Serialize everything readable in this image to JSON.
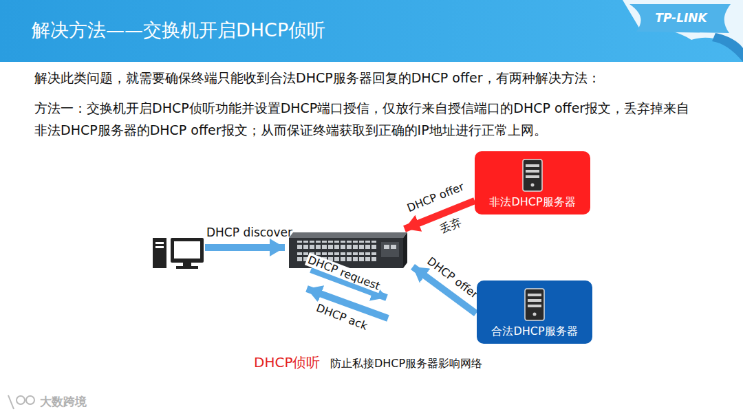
{
  "diagram": {
    "title": "解决方法——交换机开启DHCP侦听",
    "caption": "DHCP侦听",
    "nodes": [
      {
        "text": [
          "非法DHCP服务器"
        ]
      },
      {
        "text": [
          "合法DHCP服务器"
        ]
      }
    ],
    "labels": [
      "解决此类问题，就需要确保终端只能收到合法DHCP服务器回复的DHCP offer，有两种解决方法：",
      "方法一：交换机开启DHCP侦听功能并设置DHCP端口授信，仅放行来自授信端口的DHCP offer报文，丢弃掉来自非法DHCP服务器的DHCP offer报文；从而保证终端获取到正确的IP地址进行正常上网。",
      "TP-LINK",
      "DHCP discover",
      "DHCP offer",
      "丢弃",
      "DHCP offer",
      "DHCP request",
      "DHCP ack",
      "防止私接DHCP服务器影响网络",
      "大数跨境"
    ]
  }
}
